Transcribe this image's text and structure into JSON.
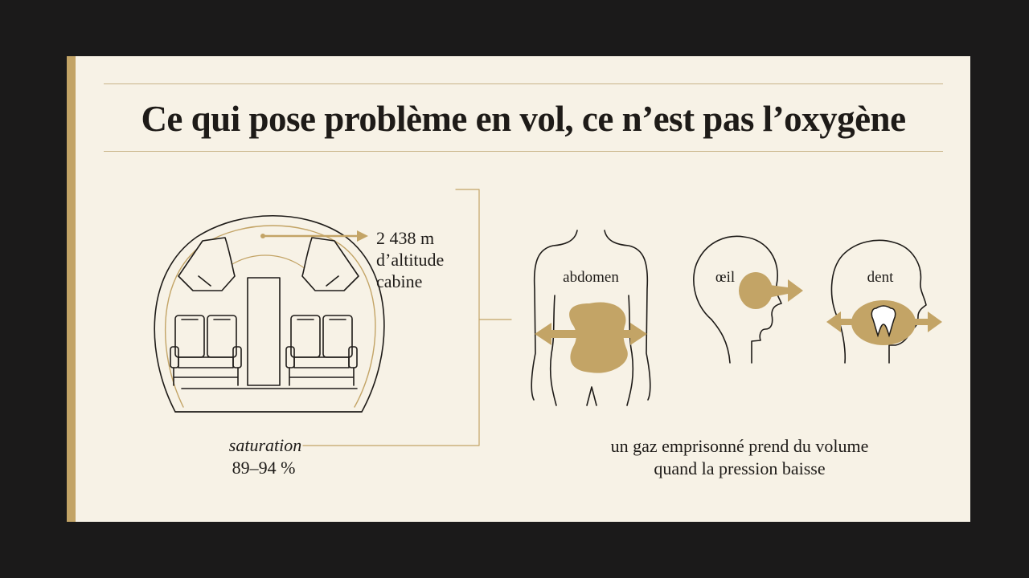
{
  "title": "Ce qui pose problème en vol, ce n’est pas l’oxygène",
  "altitude": {
    "line1": "2 438 m",
    "line2": "d’altitude",
    "line3": "cabine"
  },
  "saturation": {
    "label": "saturation",
    "value": "89–94 %"
  },
  "body_labels": {
    "abdomen": "abdomen",
    "eye": "œil",
    "tooth": "dent"
  },
  "caption": {
    "line1": "un gaz emprisonné prend du volume",
    "line2": "quand la pression baisse"
  },
  "colors": {
    "accent": "#c3a466",
    "ink": "#1e1b18",
    "paper": "#f7f2e6",
    "background": "#1b1a1a"
  }
}
